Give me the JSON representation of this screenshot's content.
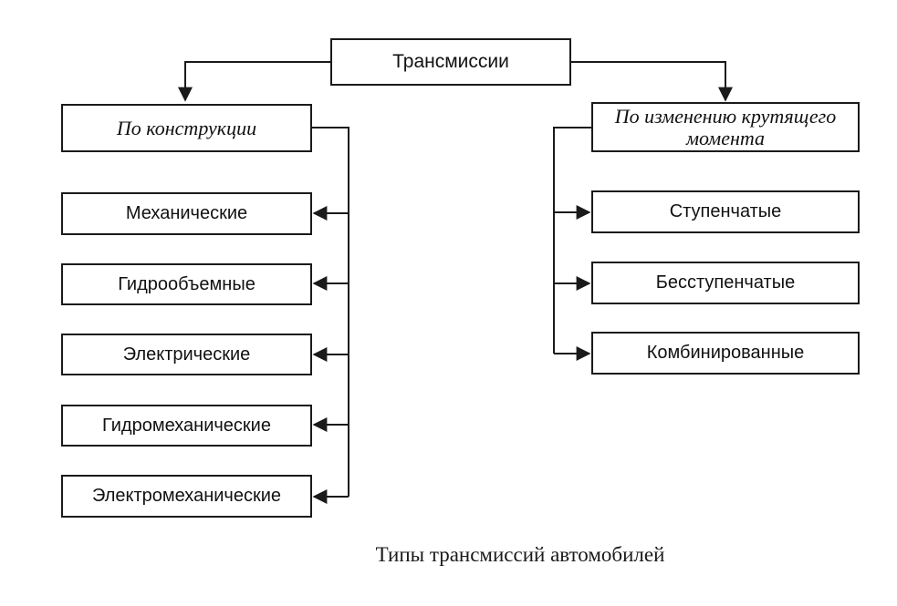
{
  "root": {
    "label": "Трансмиссии"
  },
  "left_group": {
    "heading": "По конструкции",
    "items": [
      {
        "label": "Механические"
      },
      {
        "label": "Гидрообъемные"
      },
      {
        "label": "Электрические"
      },
      {
        "label": "Гидромеханические"
      },
      {
        "label": "Электромеханические"
      }
    ]
  },
  "right_group": {
    "heading_line1": "По изменению крутящего",
    "heading_line2": "момента",
    "items": [
      {
        "label": "Ступенчатые"
      },
      {
        "label": "Бесступенчатые"
      },
      {
        "label": "Комбинированные"
      }
    ]
  },
  "caption": "Типы трансмиссий автомобилей"
}
